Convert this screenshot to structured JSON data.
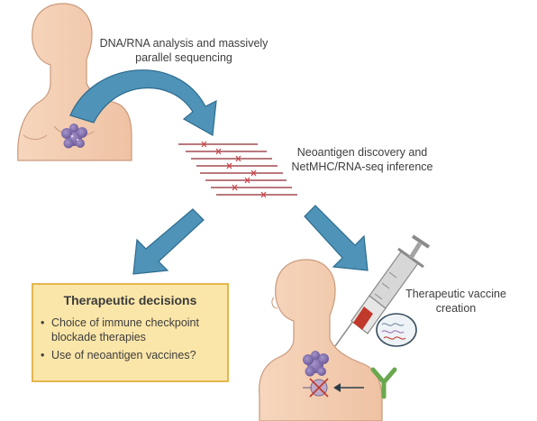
{
  "labels": {
    "sequencing": "DNA/RNA analysis and massively parallel sequencing",
    "neoantigen": "Neoantigen discovery and NetMHC/RNA-seq inference",
    "vaccine": "Therapeutic vaccine creation"
  },
  "decisions": {
    "title": "Therapeutic decisions",
    "bullet": "•",
    "items": [
      "Choice of immune checkpoint blockade therapies",
      "Use of neoantigen vaccines?"
    ]
  },
  "colors": {
    "skin": "#f4cdb0",
    "skin_line": "#c99a7c",
    "arrow_blue": "#4f93b8",
    "arrow_outline": "#2e6c8e",
    "tumor": "#8c79b5",
    "box_fill": "#fbe6a9",
    "box_border": "#e5b550",
    "seq_line": "#a24d53",
    "mutation": "#d0474c",
    "antibody": "#6aa84f",
    "syringe_gray": "#a3a3a3",
    "syringe_red": "#c0392b"
  },
  "icons": {
    "patient_top": "person-torso-icon",
    "patient_bottom": "person-torso-icon",
    "tumor": "tumor-cells-icon",
    "syringe": "syringe-icon",
    "antibody": "antibody-icon",
    "tcell": "t-cell-icon",
    "peptide_inset": "peptide-magnifier-icon",
    "small_arrow": "arrow-left-icon"
  }
}
